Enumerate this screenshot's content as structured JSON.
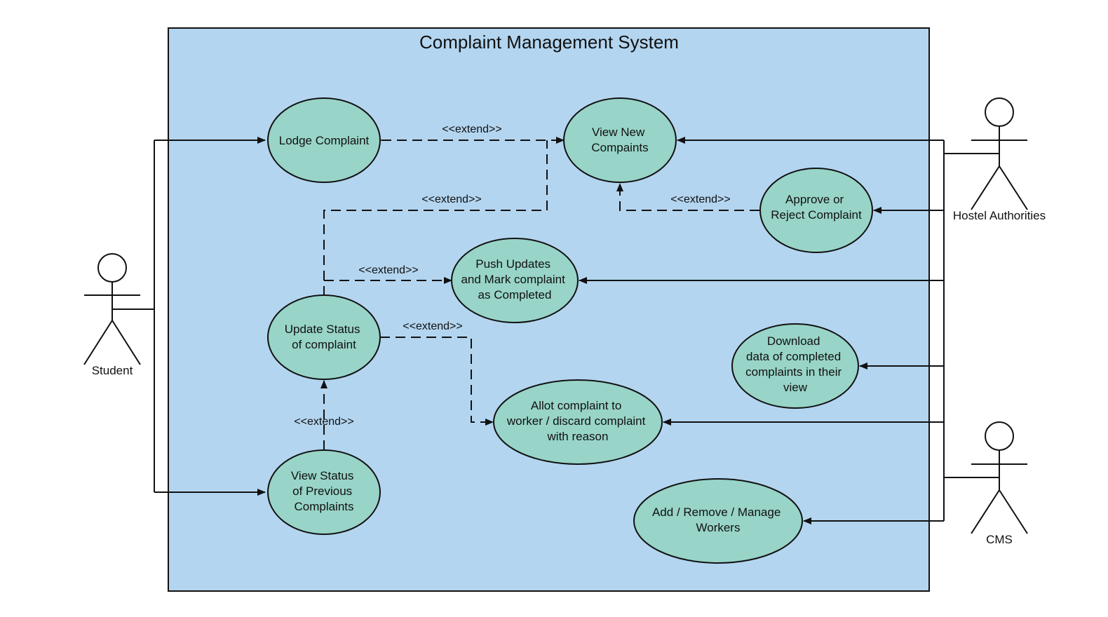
{
  "system": {
    "title": "Complaint Management System",
    "fill": "#b3d5f0"
  },
  "usecase_fill": "#98d4c8",
  "actors": {
    "student": "Student",
    "hostel": "Hostel Authorities",
    "cms": "CMS"
  },
  "usecases": {
    "lodge": [
      "Lodge Complaint"
    ],
    "view_new": [
      "View New",
      "Compaints"
    ],
    "approve": [
      "Approve or",
      "Reject Complaint"
    ],
    "push": [
      "Push Updates",
      "and Mark complaint",
      "as Completed"
    ],
    "update": [
      "Update Status",
      "of complaint"
    ],
    "download": [
      "Download",
      "data of completed",
      "complaints in their",
      "view"
    ],
    "allot": [
      "Allot complaint to",
      "worker / discard complaint",
      "with reason"
    ],
    "view_prev": [
      "View Status",
      "of Previous",
      "Complaints"
    ],
    "manage": [
      "Add / Remove / Manage",
      "Workers"
    ]
  },
  "extend_label": "<<extend>>"
}
